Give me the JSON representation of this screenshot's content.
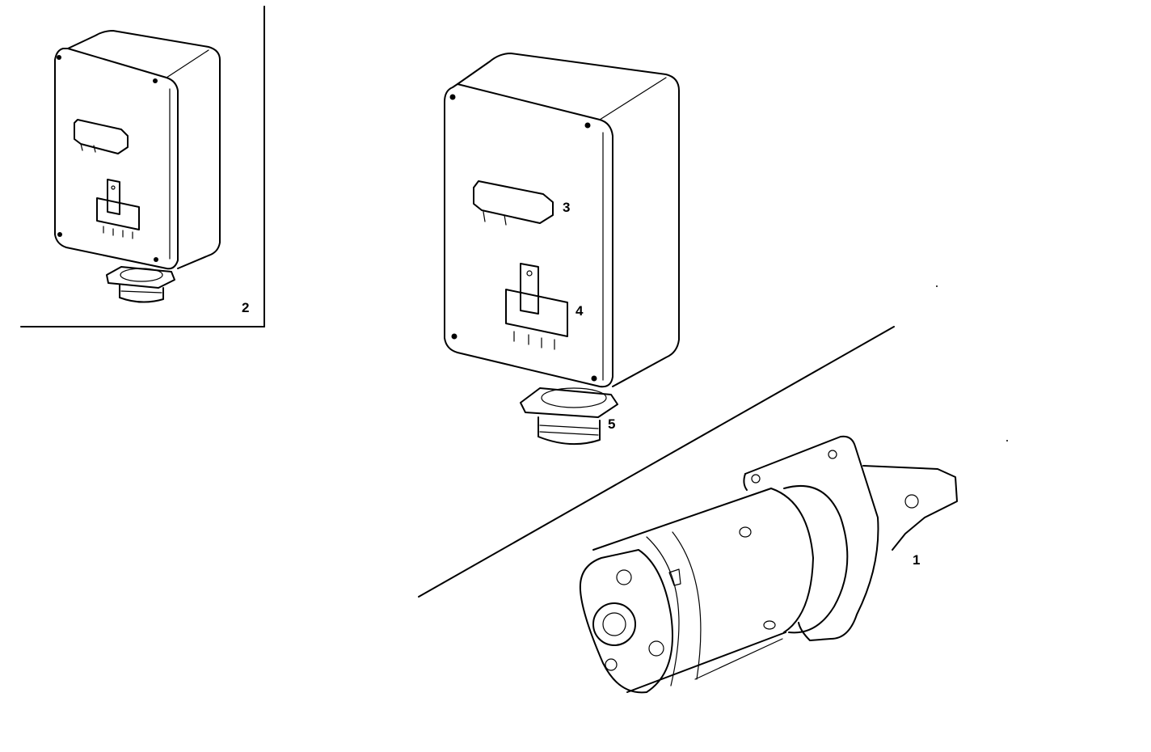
{
  "diagram": {
    "type": "parts-illustration",
    "colors": {
      "line": "#000000",
      "background": "#ffffff"
    },
    "callouts": [
      {
        "id": "1",
        "label": "1",
        "part": "starter-motor"
      },
      {
        "id": "2",
        "label": "2",
        "part": "control-box-variant"
      },
      {
        "id": "3",
        "label": "3",
        "part": "relay-upper"
      },
      {
        "id": "4",
        "label": "4",
        "part": "relay-lower"
      },
      {
        "id": "5",
        "label": "5",
        "part": "connector-socket"
      }
    ]
  }
}
